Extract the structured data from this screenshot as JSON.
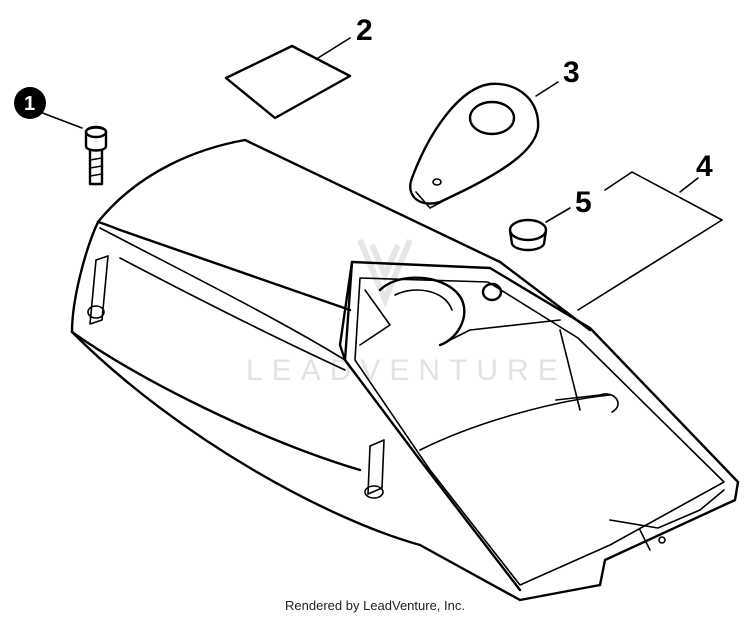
{
  "diagram": {
    "callouts": [
      {
        "id": "1",
        "label": "1",
        "style": "filled-badge"
      },
      {
        "id": "2",
        "label": "2",
        "style": "plain"
      },
      {
        "id": "3",
        "label": "3",
        "style": "plain"
      },
      {
        "id": "4",
        "label": "4",
        "style": "plain"
      },
      {
        "id": "5",
        "label": "5",
        "style": "plain"
      }
    ],
    "watermark": "LEADVENTURE",
    "footer": "Rendered by LeadVenture, Inc."
  },
  "colors": {
    "line": "#000000",
    "background": "#ffffff",
    "watermark": "#e2e2e2"
  }
}
